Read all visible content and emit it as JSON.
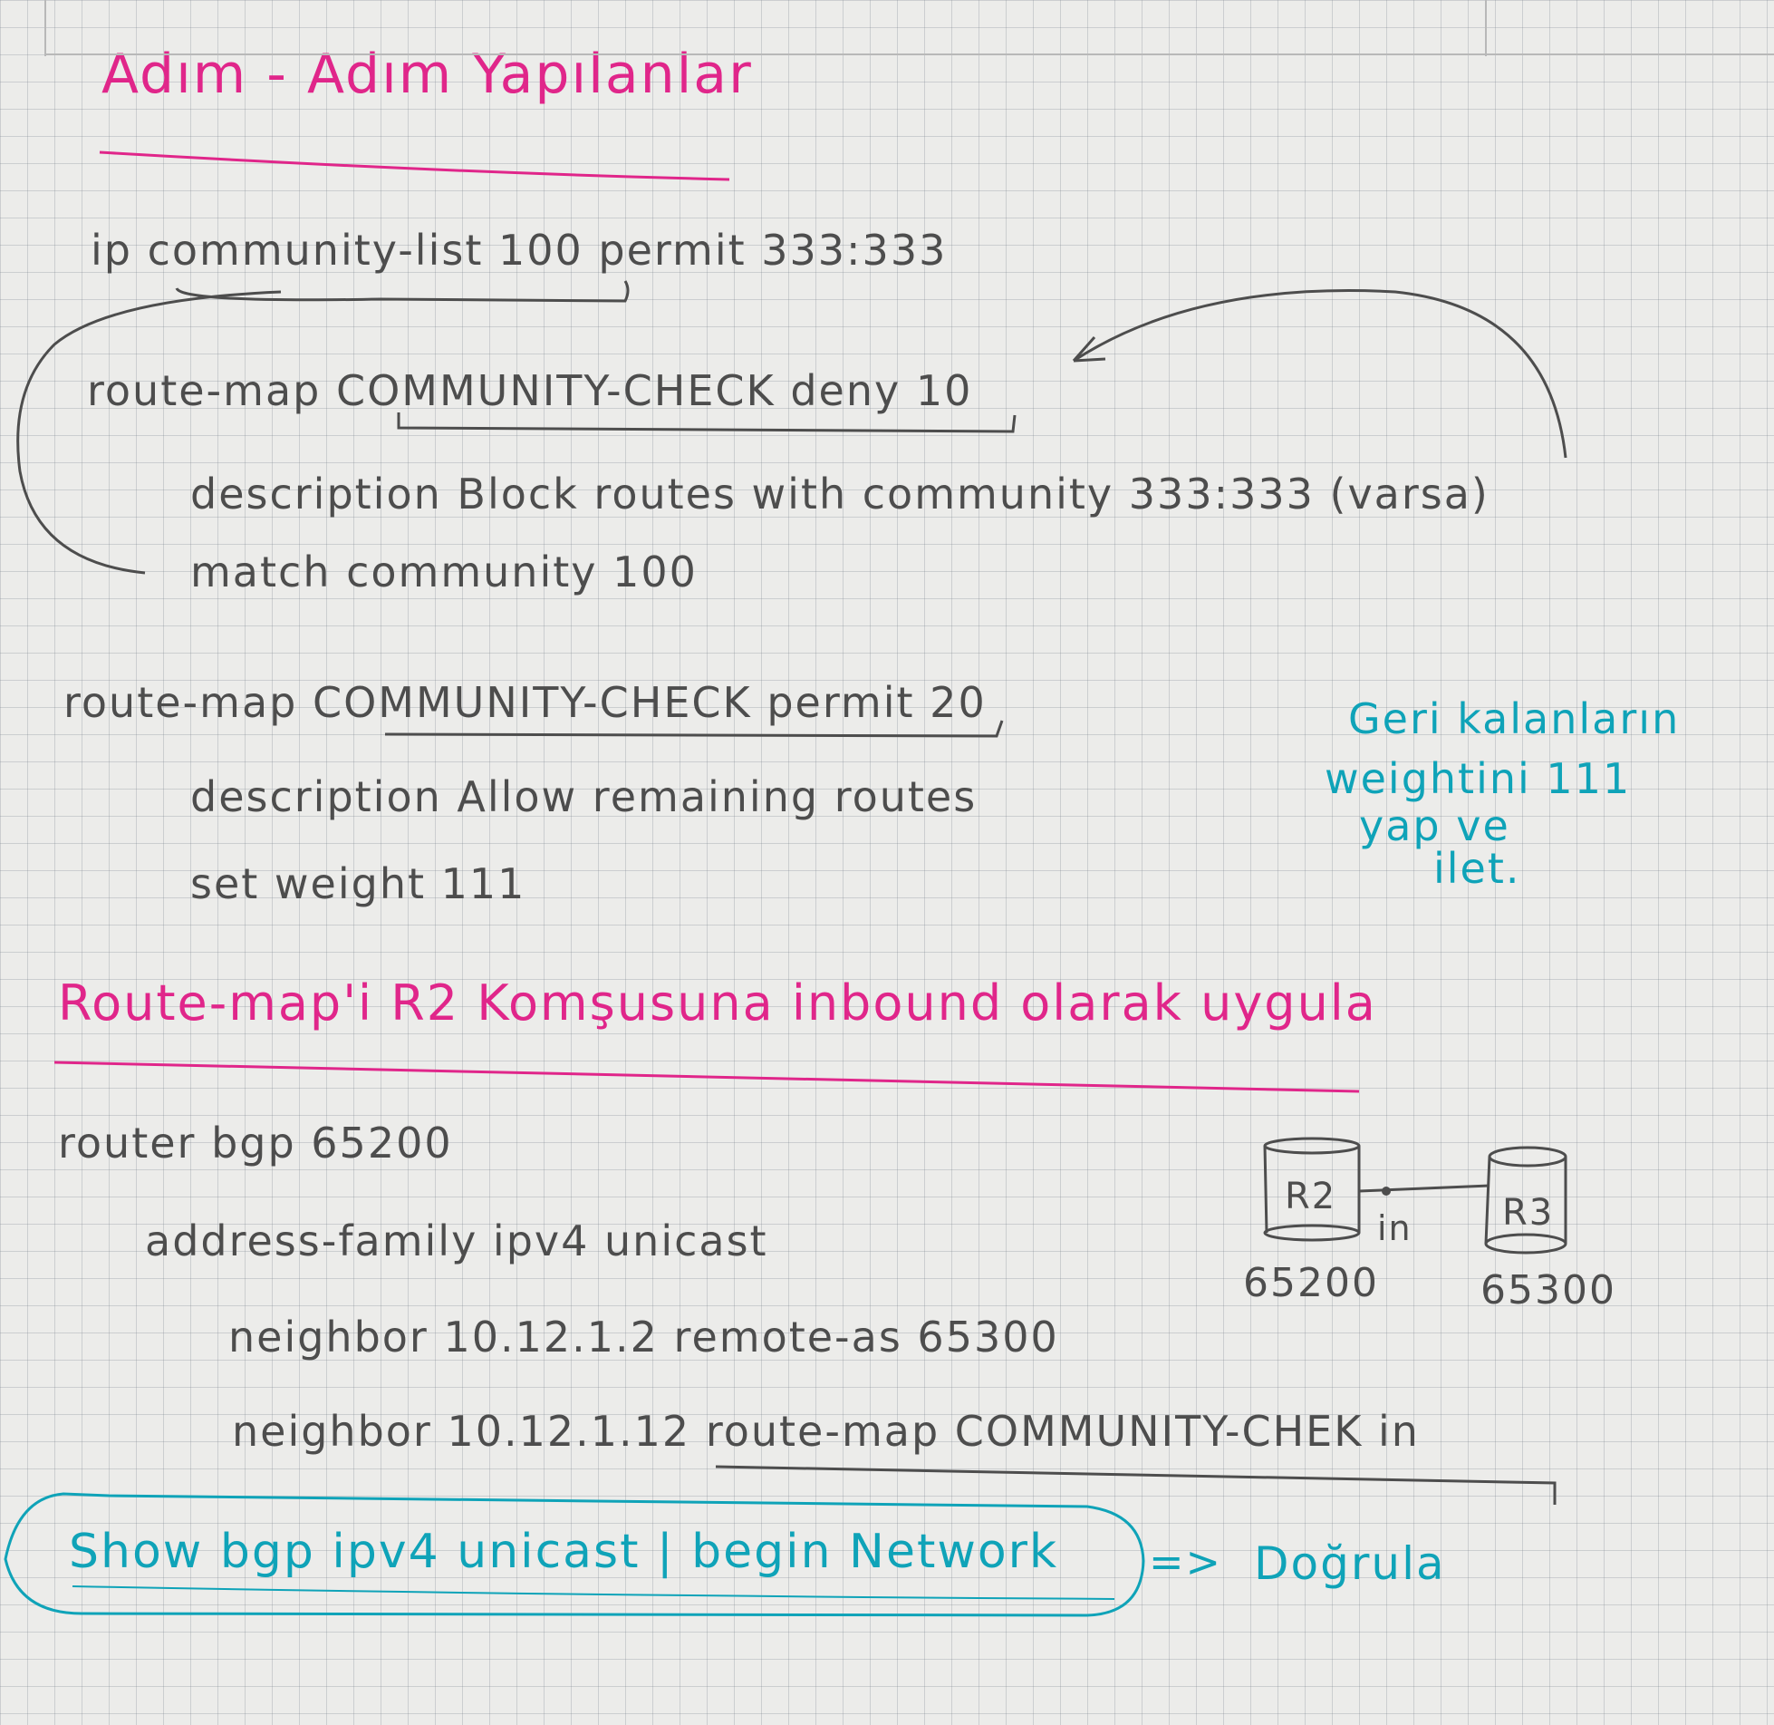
{
  "title": "Adım - Adım Yapılanlar",
  "lines": {
    "community_list": "ip community-list 100 permit 333:333",
    "rm_deny": "route-map COMMUNITY-CHECK deny 10",
    "desc_block": "description Block routes with community 333:333 (varsa)",
    "match": "match community 100",
    "rm_permit": "route-map COMMUNITY-CHECK permit 20",
    "desc_allow": "description Allow remaining routes",
    "set_weight": "set weight 111"
  },
  "side_note": [
    "Geri kalanların",
    "weightini 111",
    "yap ve",
    "ilet."
  ],
  "section2": "Route-map'i R2 Komşusuna inbound olarak uygula",
  "bgp": {
    "router": "router bgp 65200",
    "af": "address-family ipv4 unicast",
    "n1": "neighbor 10.12.1.2 remote-as 65300",
    "n2": "neighbor 10.12.1.12 route-map COMMUNITY-CHEK in"
  },
  "diagram": {
    "r2": "R2",
    "r3": "R3",
    "link": "in",
    "as_r2": "65200",
    "as_r3": "65300"
  },
  "verify": {
    "cmd": "Show bgp ipv4 unicast | begin Network",
    "arrow": "=>",
    "label": "Doğrula"
  },
  "colors": {
    "pencil": "#4d4d4d",
    "pink": "#e0268a",
    "blue": "#0fa3b8"
  }
}
